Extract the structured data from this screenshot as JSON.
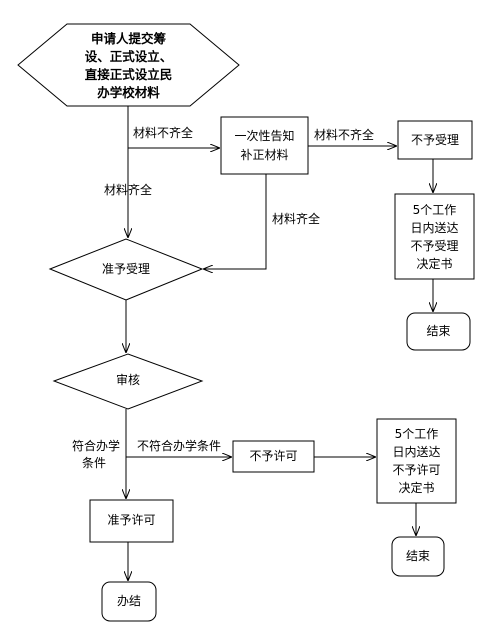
{
  "start": {
    "lines": [
      "申请人提交筹",
      "设、正式设立、",
      "直接正式设立民",
      "办学校材料"
    ]
  },
  "supplement_box": {
    "lines": [
      "一次性告知",
      "补正材料"
    ]
  },
  "reject_accept_box": {
    "label": "不予受理"
  },
  "reject_accept_notice": {
    "lines": [
      "5个工作",
      "日内送达",
      "不予受理",
      "决定书"
    ]
  },
  "end_top": {
    "label": "结束"
  },
  "accept_decision": {
    "label": "准予受理"
  },
  "review_decision": {
    "label": "审核"
  },
  "deny_permit_box": {
    "label": "不予许可"
  },
  "deny_permit_notice": {
    "lines": [
      "5个工作",
      "日内送达",
      "不予许可",
      "决定书"
    ]
  },
  "end_bottom": {
    "label": "结束"
  },
  "grant_permit_box": {
    "label": "准予许可"
  },
  "finish": {
    "label": "办结"
  },
  "edges": {
    "incomplete_1": "材料不齐全",
    "incomplete_2": "材料不齐全",
    "complete_1": "材料齐全",
    "complete_2": "材料齐全",
    "meets_conditions": [
      "符合办学",
      "条件"
    ],
    "not_meets_conditions": "不符合办学条件"
  }
}
